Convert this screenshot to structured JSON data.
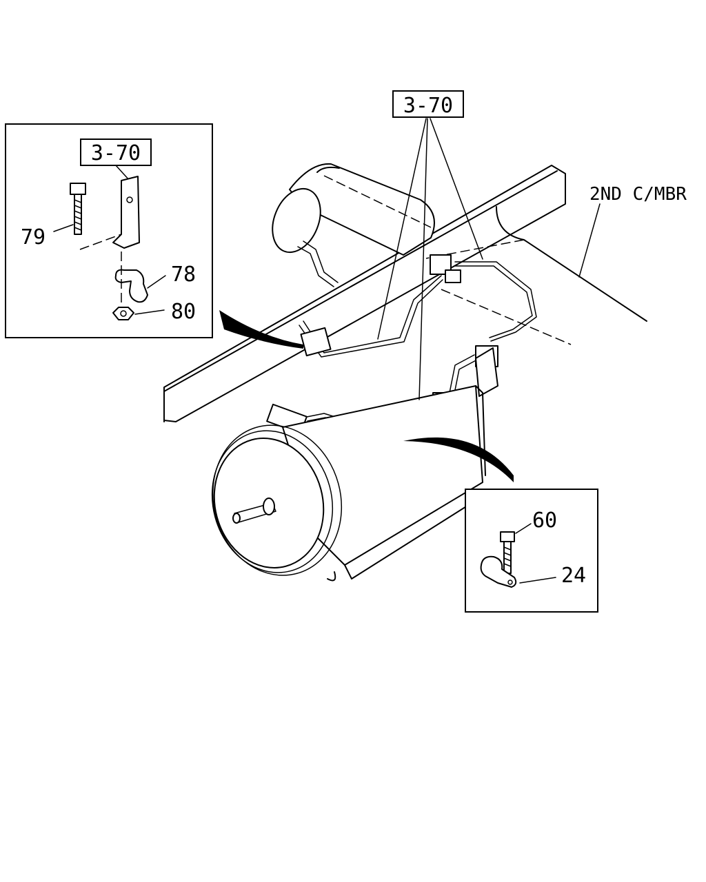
{
  "callouts": {
    "ref_top": "3-70",
    "ref_inset": "3-70",
    "label_member": "2ND C/MBR",
    "part_79": "79",
    "part_78": "78",
    "part_80": "80",
    "part_60": "60",
    "part_24": "24"
  }
}
